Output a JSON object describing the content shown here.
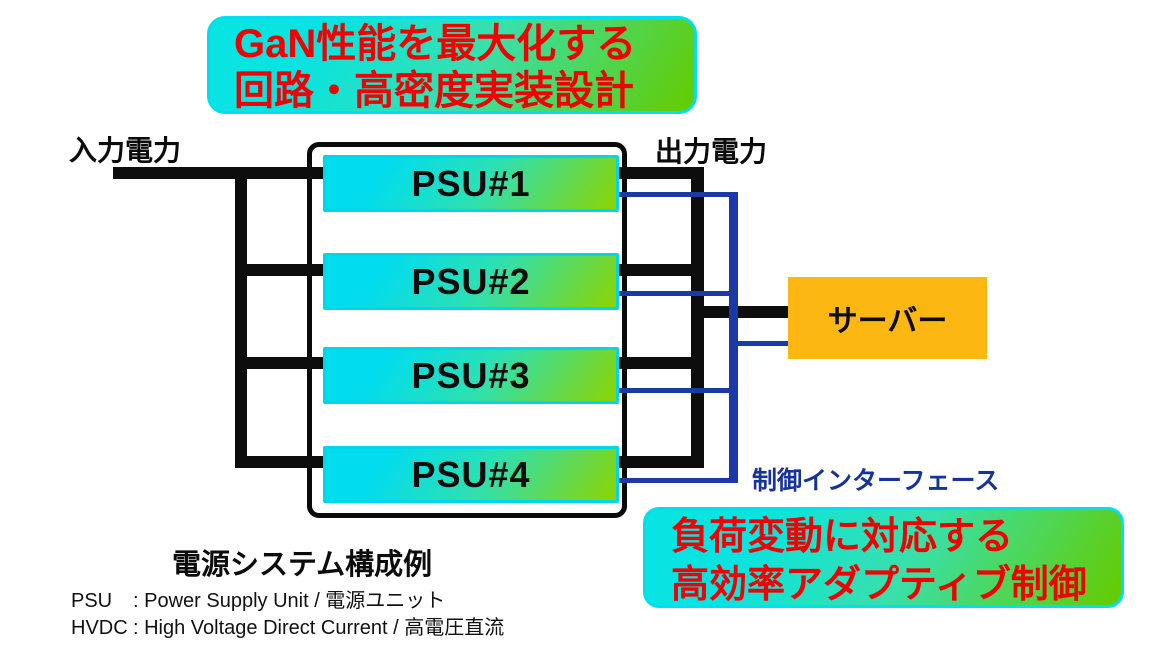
{
  "banners": {
    "top": {
      "line1": "GaN性能を最大化する",
      "line2": "回路・高密度実装設計",
      "text_color": "#ee0202",
      "gradient": [
        "#09e3e1",
        "#63cc04"
      ]
    },
    "bottom": {
      "line1": "負荷変動に対応する",
      "line2": "高効率アダプティブ制御",
      "text_color": "#ee0202",
      "gradient": [
        "#09e3e1",
        "#63cc04"
      ]
    }
  },
  "labels": {
    "input_power": "入力電力",
    "output_power": "出力電力",
    "control_interface": "制御インターフェース",
    "caption": "電源システム構成例"
  },
  "psus": [
    {
      "label": "PSU#1"
    },
    {
      "label": "PSU#2"
    },
    {
      "label": "PSU#3"
    },
    {
      "label": "PSU#4"
    }
  ],
  "server": {
    "label": "サーバー",
    "fill_color": "#fcb713"
  },
  "legend": [
    {
      "abbr": "PSU",
      "definition": ": Power Supply Unit / 電源ユニット"
    },
    {
      "abbr": "HVDC",
      "definition": ": High Voltage Direct Current / 高電圧直流"
    }
  ],
  "colors": {
    "power_line": "#0d0d0d",
    "control_line": "#1b3aa6",
    "psu_border": "#00d6ea",
    "psu_gradient": [
      "#01dcee",
      "#8dd400"
    ],
    "banner_text": "#ee0202",
    "control_label_text": "#16329e"
  }
}
